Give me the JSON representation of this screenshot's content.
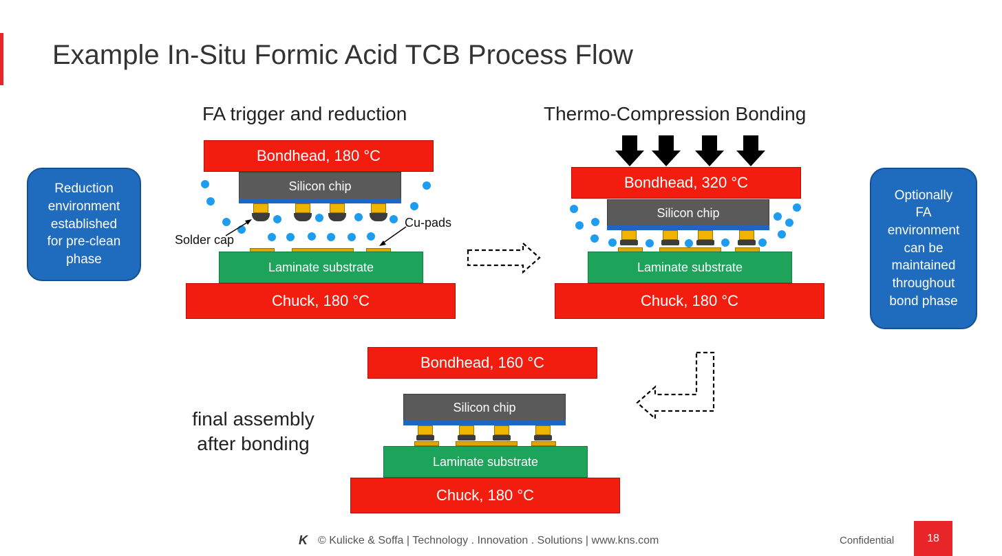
{
  "slide": {
    "title": "Example In-Situ Formic Acid TCB Process Flow",
    "accent_color": "#e8262a"
  },
  "stage1": {
    "heading": "FA trigger and reduction",
    "bondhead": "Bondhead, 180 °C",
    "chip": "Silicon chip",
    "substrate": "Laminate substrate",
    "chuck": "Chuck, 180 °C",
    "label_solder_cap": "Solder cap",
    "label_cu_pads": "Cu-pads"
  },
  "stage2": {
    "heading": "Thermo-Compression Bonding",
    "bondhead": "Bondhead, 320 °C",
    "chip": "Silicon chip",
    "substrate": "Laminate substrate",
    "chuck": "Chuck, 180 °C"
  },
  "stage3": {
    "label_line1": "final assembly",
    "label_line2": "after bonding",
    "bondhead": "Bondhead, 160 °C",
    "chip": "Silicon chip",
    "substrate": "Laminate substrate",
    "chuck": "Chuck, 180 °C"
  },
  "notes": {
    "left": [
      "Reduction",
      "environment",
      "established",
      "for pre-clean",
      "phase"
    ],
    "right": [
      "Optionally",
      "FA",
      "environment",
      "can be",
      "maintained",
      "throughout",
      "bond phase"
    ]
  },
  "footer": {
    "logo": "K",
    "text": "© Kulicke & Soffa | Technology . Innovation . Solutions | www.kns.com",
    "confidential": "Confidential",
    "page": "18"
  },
  "colors": {
    "heater_red": "#f21d0f",
    "chip_grey": "#5a5a5a",
    "chip_backside_blue": "#1f66c2",
    "substrate_green": "#1ea35a",
    "copper_gold": "#f0b400",
    "formic_acid_dot": "#1e9cf0",
    "note_box_blue": "#1f6cbf"
  },
  "icons": [
    "down-arrow-icon",
    "dashed-right-arrow-icon",
    "dashed-return-arrow-icon"
  ]
}
